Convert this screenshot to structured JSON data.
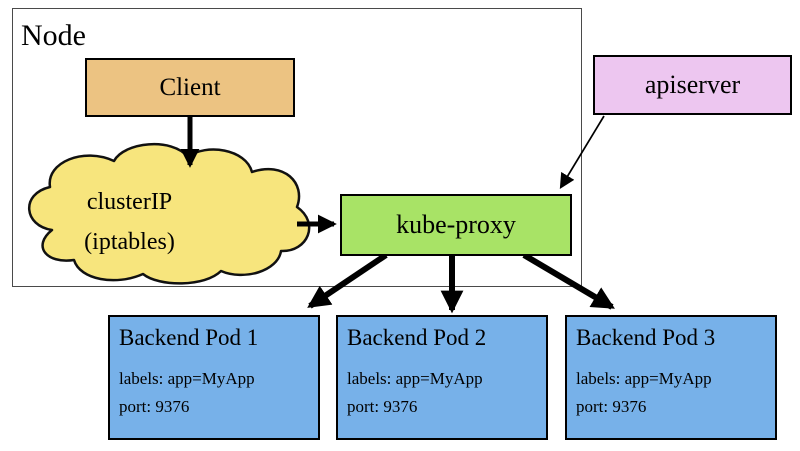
{
  "node": {
    "label": "Node"
  },
  "client": {
    "label": "Client"
  },
  "cluster_ip": {
    "line1": "clusterIP",
    "line2": "(iptables)"
  },
  "kube_proxy": {
    "label": "kube-proxy"
  },
  "apiserver": {
    "label": "apiserver"
  },
  "pods": [
    {
      "title": "Backend Pod 1",
      "labels": "labels: app=MyApp",
      "port": "port: 9376"
    },
    {
      "title": "Backend Pod 2",
      "labels": "labels: app=MyApp",
      "port": "port: 9376"
    },
    {
      "title": "Backend Pod 3",
      "labels": "labels: app=MyApp",
      "port": "port: 9376"
    }
  ],
  "colors": {
    "client_box": "#ECC382",
    "cluster_ip_cloud": "#F7E57D",
    "kube_proxy_box": "#A8E366",
    "apiserver_box": "#EDC6F0",
    "pod_box": "#77B1E9",
    "arrow": "#000000",
    "node_border": "#4A4A4A"
  }
}
